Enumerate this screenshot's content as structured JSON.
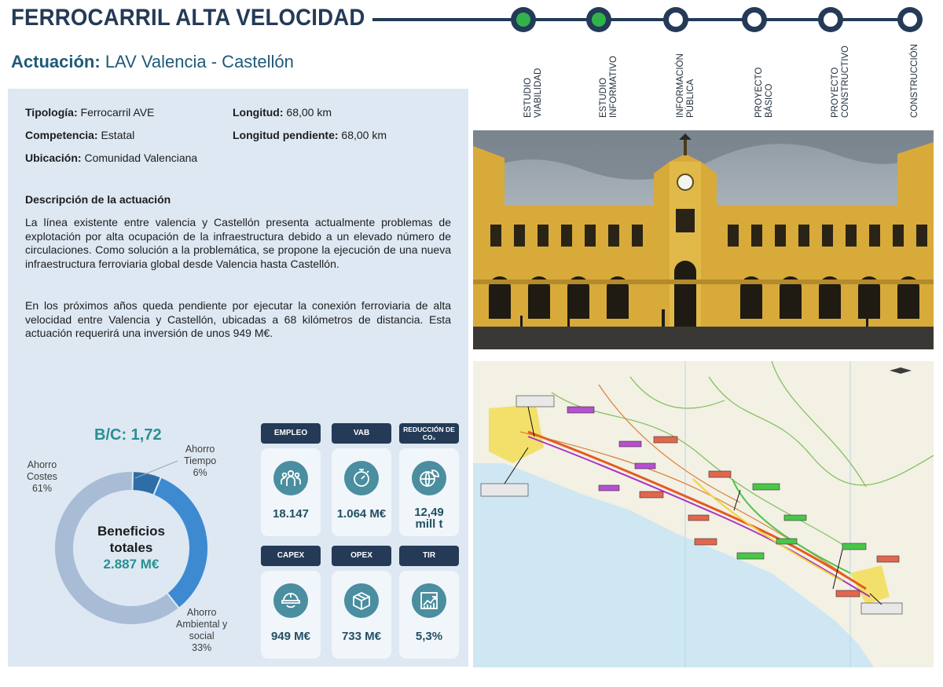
{
  "header": {
    "title": "FERROCARRIL ALTA VELOCIDAD",
    "subtitle_prefix": "Actuación:",
    "subtitle_value": "LAV Valencia - Castellón"
  },
  "timeline": {
    "stages": [
      {
        "line1": "ESTUDIO",
        "line2": "VIABILIDAD",
        "completed": true
      },
      {
        "line1": "ESTUDIO",
        "line2": "INFORMATIVO",
        "completed": true
      },
      {
        "line1": "INFORMACIÓN",
        "line2": "PÚBLICA",
        "completed": false
      },
      {
        "line1": "PROYECTO",
        "line2": "BÁSICO",
        "completed": false
      },
      {
        "line1": "PROYECTO",
        "line2": "CONSTRUCTIVO",
        "completed": false
      },
      {
        "line1": "CONSTRUCCIÓN",
        "line2": "",
        "completed": false
      }
    ]
  },
  "details": {
    "tipologia_label": "Tipología:",
    "tipologia_value": "Ferrocarril AVE",
    "competencia_label": "Competencia:",
    "competencia_value": "Estatal",
    "ubicacion_label": "Ubicación:",
    "ubicacion_value": "Comunidad Valenciana",
    "longitud_label": "Longitud:",
    "longitud_value": "68,00 km",
    "longitud_pendiente_label": "Longitud pendiente:",
    "longitud_pendiente_value": "68,00 km"
  },
  "description": {
    "title": "Descripción de la actuación",
    "paragraph1": "La línea existente entre valencia y Castellón presenta actualmente problemas de explotación por alta ocupación de la infraestructura debido a un elevado número de circulaciones. Como solución a la problemática, se propone la ejecución de una nueva infraestructura ferroviaria global desde Valencia hasta Castellón.",
    "paragraph2": "En los próximos años queda pendiente por ejecutar la conexión ferroviaria de alta velocidad entre Valencia y Castellón, ubicadas a 68 kilómetros de distancia. Esta actuación requerirá una inversión de unos 949 M€."
  },
  "benefits": {
    "bc_label": "B/C: 1,72",
    "center_line1": "Beneficios",
    "center_line2": "totales",
    "center_value": "2.887 M€",
    "colors": {
      "tiempo": "#2d6ea8",
      "ambiental": "#3d8ad1",
      "costes": "#a9bcd6"
    }
  },
  "chart_data": {
    "type": "pie",
    "title": "B/C: 1,72",
    "categories": [
      "Ahorro Tiempo",
      "Ahorro Ambiental y social",
      "Ahorro Costes"
    ],
    "values": [
      6,
      33,
      61
    ],
    "labels": [
      {
        "name": "Ahorro Tiempo",
        "lines": [
          "Ahorro",
          "Tiempo"
        ],
        "pct": "6%"
      },
      {
        "name": "Ahorro Ambiental y social",
        "lines": [
          "Ahorro",
          "Ambiental y",
          "social"
        ],
        "pct": "33%"
      },
      {
        "name": "Ahorro Costes",
        "lines": [
          "Ahorro",
          "Costes"
        ],
        "pct": "61%"
      }
    ],
    "center_text": [
      "Beneficios",
      "totales",
      "2.887 M€"
    ]
  },
  "kpis": [
    {
      "title": "EMPLEO",
      "value": "18.147",
      "icon": "people-icon"
    },
    {
      "title": "VAB",
      "value": "1.064 M€",
      "icon": "stopwatch-icon"
    },
    {
      "title": "REDUCCIÓN DE CO₂",
      "value_line1": "12,49",
      "value_line2": "mill t",
      "icon": "globe-leaf-icon"
    },
    {
      "title": "CAPEX",
      "value": "949 M€",
      "icon": "helmet-icon"
    },
    {
      "title": "OPEX",
      "value": "733 M€",
      "icon": "box-icon"
    },
    {
      "title": "TIR",
      "value": "5,3%",
      "icon": "growth-chart-icon"
    }
  ],
  "images": {
    "photo": "station-photo",
    "map": "route-map"
  }
}
